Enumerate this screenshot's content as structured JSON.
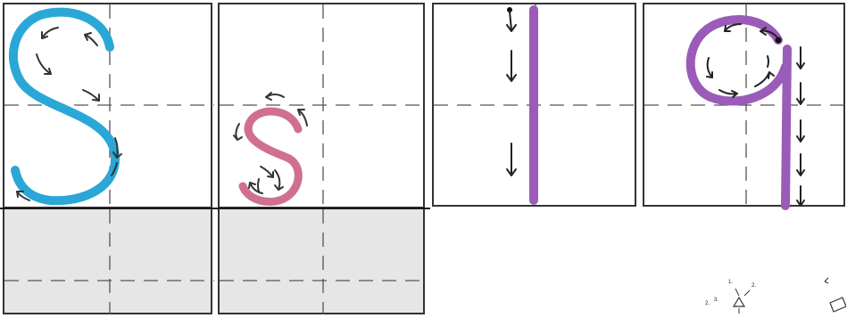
{
  "colors": {
    "blue_stroke": "#2aa7d6",
    "pink_stroke": "#d0708f",
    "purple_stroke": "#9a5cb8",
    "arrow": "#333333",
    "guide_dash": "#555555",
    "frame": "#333333",
    "gray_fill": "#e6e6e6"
  },
  "panels": [
    {
      "letter": "S",
      "case": "upper",
      "stroke_color": "blue_stroke"
    },
    {
      "letter": "s",
      "case": "lower",
      "stroke_color": "pink_stroke"
    },
    {
      "letter": "I",
      "case": "upper",
      "stroke_color": "purple_stroke"
    },
    {
      "letter": "q",
      "case": "lower",
      "stroke_color": "purple_stroke"
    }
  ],
  "corner_marks": {
    "number_labels": [
      "1.",
      "2.",
      "2.",
      "3."
    ]
  },
  "icons": [
    "direction-arrow-icon",
    "start-dot-icon",
    "pencil-icon"
  ]
}
